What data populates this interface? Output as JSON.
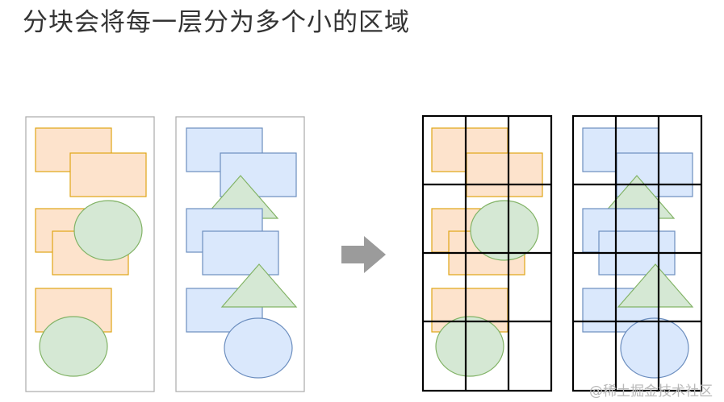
{
  "title": "分块会将每一层分为多个小的区域",
  "watermark": "@稀土掘金技术社区",
  "colors": {
    "rect_orange_fill": "#fde3cc",
    "rect_orange_stroke": "#e0a516",
    "rect_blue_fill": "#dae8fc",
    "rect_blue_stroke": "#6c8ebf",
    "green_fill": "#d5e8d4",
    "green_stroke": "#82b366",
    "panel_border": "#aaaaaa",
    "grid_line": "#000000",
    "arrow": "#9b9b9b"
  },
  "layers": [
    {
      "name": "layer-orange",
      "shapes": [
        "rectangle",
        "rectangle",
        "rectangle",
        "rectangle",
        "ellipse",
        "rectangle",
        "ellipse"
      ]
    },
    {
      "name": "layer-blue",
      "shapes": [
        "rectangle",
        "rectangle",
        "triangle",
        "rectangle",
        "rectangle",
        "rectangle",
        "triangle",
        "ellipse"
      ]
    }
  ],
  "tile_grid": {
    "columns": 3,
    "rows": 4
  }
}
